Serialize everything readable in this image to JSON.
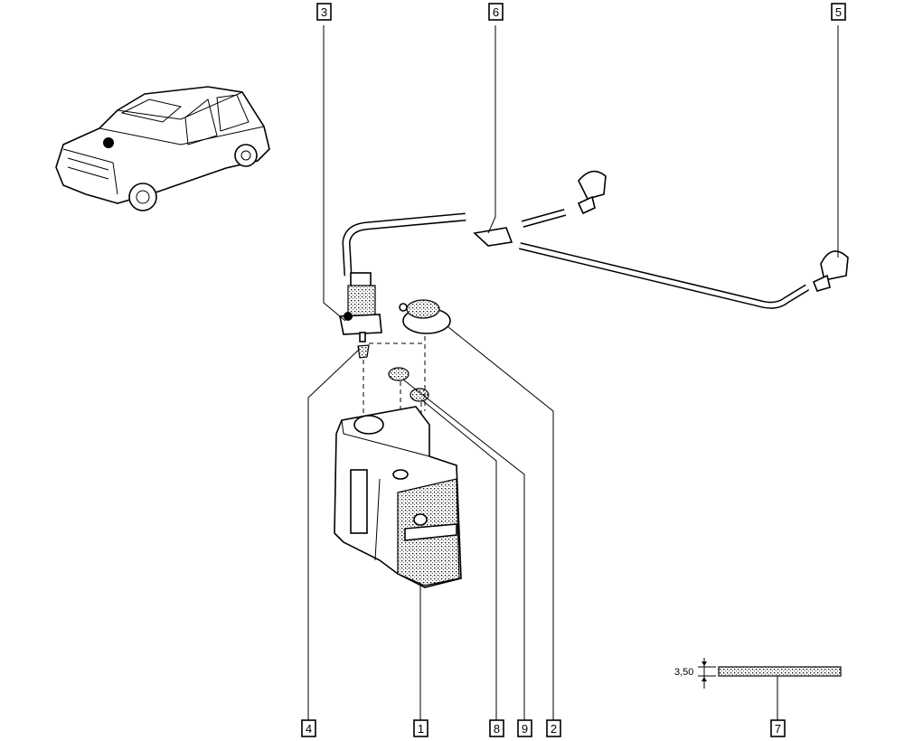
{
  "diagram": {
    "callouts": [
      {
        "id": "callout-3",
        "label": "3"
      },
      {
        "id": "callout-6",
        "label": "6"
      },
      {
        "id": "callout-5",
        "label": "5"
      },
      {
        "id": "callout-4",
        "label": "4"
      },
      {
        "id": "callout-1",
        "label": "1"
      },
      {
        "id": "callout-8",
        "label": "8"
      },
      {
        "id": "callout-9",
        "label": "9"
      },
      {
        "id": "callout-2",
        "label": "2"
      },
      {
        "id": "callout-7",
        "label": "7"
      }
    ],
    "dimension_label": "3,50"
  }
}
